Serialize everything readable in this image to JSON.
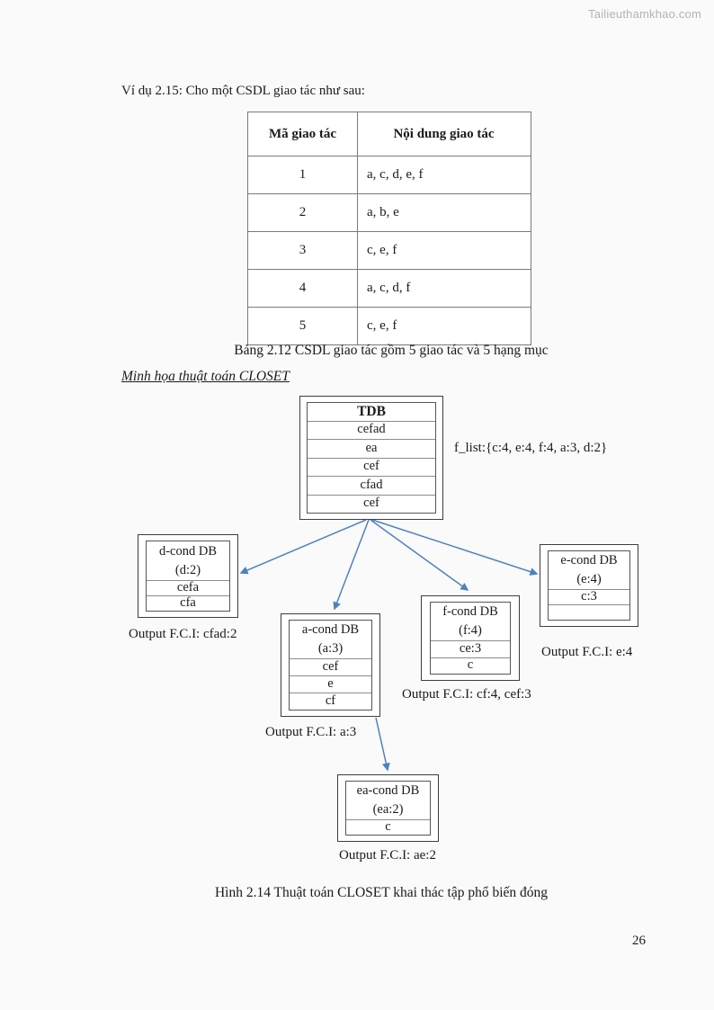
{
  "page": {
    "watermark": "Tailieuthamkhao.com",
    "intro": "Ví dụ 2.15: Cho một CSDL giao tác như sau:",
    "page_number": "26"
  },
  "table": {
    "headers": [
      "Mã giao tác",
      "Nội dung giao tác"
    ],
    "rows": [
      [
        "1",
        "a, c, d, e, f"
      ],
      [
        "2",
        "a, b, e"
      ],
      [
        "3",
        "c, e, f"
      ],
      [
        "4",
        "a, c, d, f"
      ],
      [
        "5",
        "c, e, f"
      ]
    ],
    "caption": "Bảng 2.12 CSDL giao tác gồm 5 giao tác và 5 hạng mục"
  },
  "diagram": {
    "heading": "Minh họa thuật toán CLOSET",
    "f_list": "f_list:{c:4, e:4, f:4, a:3, d:2}",
    "arrow_color": "#4f81bd",
    "tdb": {
      "title": "TDB",
      "rows": [
        "cefad",
        "ea",
        "cef",
        "cfad",
        "cef"
      ]
    },
    "boxes": [
      {
        "title": "d-cond DB",
        "sub": "(d:2)",
        "rows": [
          "cefa",
          "cfa"
        ],
        "output": "Output F.C.I: cfad:2"
      },
      {
        "title": "a-cond DB",
        "sub": "(a:3)",
        "rows": [
          "cef",
          "e",
          "cf"
        ],
        "output": "Output F.C.I: a:3"
      },
      {
        "title": "f-cond DB",
        "sub": "(f:4)",
        "rows": [
          "ce:3",
          "c"
        ],
        "output": "Output F.C.I: cf:4, cef:3"
      },
      {
        "title": "e-cond DB",
        "sub": "(e:4)",
        "rows": [
          "c:3",
          ""
        ],
        "output": "Output F.C.I: e:4"
      },
      {
        "title": "ea-cond DB",
        "sub": "(ea:2)",
        "rows": [
          "c"
        ],
        "output": "Output F.C.I: ae:2"
      }
    ]
  },
  "figure_caption": "Hình 2.14 Thuật toán CLOSET khai thác tập phổ biến đóng"
}
